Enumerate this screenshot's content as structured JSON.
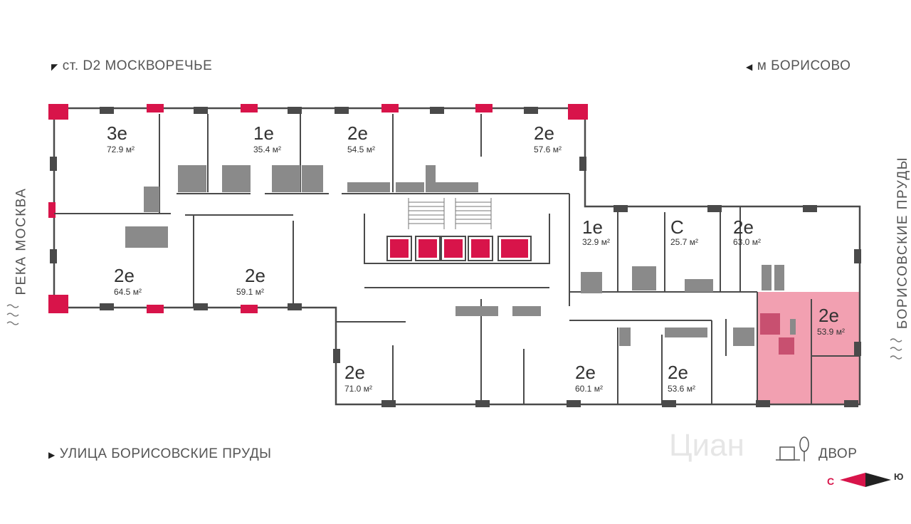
{
  "landmarks": {
    "top_left": "ст. D2 МОСКВОРЕЧЬЕ",
    "top_right": "м БОРИСОВО",
    "bottom_left": "УЛИЦА БОРИСОВСКИЕ ПРУДЫ",
    "bottom_right": "ДВОР",
    "left_side": "РЕКА МОСКВА",
    "right_side": "БОРИСОВСКИЕ ПРУДЫ"
  },
  "compass": {
    "left": "С",
    "right": "Ю"
  },
  "watermark": "Циан",
  "colors": {
    "accent": "#d8144a",
    "highlight": "#f08fa3",
    "wall": "#4a4a4a",
    "fixture": "#8a8a8a"
  },
  "units": [
    {
      "id": "u1",
      "type": "3е",
      "area": "72.9 м²",
      "selected": false
    },
    {
      "id": "u2",
      "type": "1е",
      "area": "35.4 м²",
      "selected": false
    },
    {
      "id": "u3",
      "type": "2е",
      "area": "54.5 м²",
      "selected": false
    },
    {
      "id": "u4",
      "type": "2е",
      "area": "57.6 м²",
      "selected": false
    },
    {
      "id": "u5",
      "type": "2е",
      "area": "64.5 м²",
      "selected": false
    },
    {
      "id": "u6",
      "type": "2е",
      "area": "59.1 м²",
      "selected": false
    },
    {
      "id": "u7",
      "type": "1е",
      "area": "32.9 м²",
      "selected": false
    },
    {
      "id": "u8",
      "type": "С",
      "area": "25.7 м²",
      "selected": false
    },
    {
      "id": "u9",
      "type": "2е",
      "area": "63.0 м²",
      "selected": false
    },
    {
      "id": "u10",
      "type": "2е",
      "area": "53.9 м²",
      "selected": true
    },
    {
      "id": "u11",
      "type": "2е",
      "area": "71.0 м²",
      "selected": false
    },
    {
      "id": "u12",
      "type": "2е",
      "area": "60.1 м²",
      "selected": false
    },
    {
      "id": "u13",
      "type": "2е",
      "area": "53.6 м²",
      "selected": false
    }
  ]
}
